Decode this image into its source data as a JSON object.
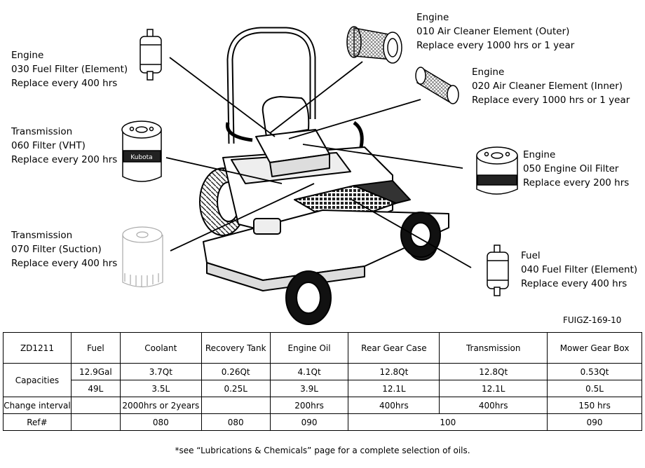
{
  "callouts": {
    "fuel_filter_engine": {
      "category": "Engine",
      "part": "030 Fuel Filter (Element)",
      "interval": "Replace every 400 hrs"
    },
    "trans_vht": {
      "category": "Transmission",
      "part": "060 Filter (VHT)",
      "interval": "Replace every 200 hrs"
    },
    "trans_suction": {
      "category": "Transmission",
      "part": "070 Filter (Suction)",
      "interval": "Replace every 400 hrs"
    },
    "air_outer": {
      "category": "Engine",
      "part": "010 Air Cleaner Element (Outer)",
      "interval": "Replace every 1000 hrs or 1 year"
    },
    "air_inner": {
      "category": "Engine",
      "part": "020 Air Cleaner Element (Inner)",
      "interval": "Replace every 1000 hrs or 1 year"
    },
    "oil_filter": {
      "category": "Engine",
      "part": "050 Engine Oil Filter",
      "interval": "Replace every 200 hrs"
    },
    "fuel_filter": {
      "category": "Fuel",
      "part": "040 Fuel Filter (Element)",
      "interval": "Replace every 400 hrs"
    }
  },
  "filter_brand": "Kubota",
  "figure_id": "FUIGZ-169-10",
  "table": {
    "model": "ZD1211",
    "headers": [
      "Fuel",
      "Coolant",
      "Recovery Tank",
      "Engine Oil",
      "Rear Gear Case",
      "Transmission",
      "Mower Gear Box"
    ],
    "capacities_label": "Capacities",
    "capacities_us": [
      "12.9Gal",
      "3.7Qt",
      "0.26Qt",
      "4.1Qt",
      "12.8Qt",
      "12.8Qt",
      "0.53Qt"
    ],
    "capacities_metric": [
      "49L",
      "3.5L",
      "0.25L",
      "3.9L",
      "12.1L",
      "12.1L",
      "0.5L"
    ],
    "change_label": "Change interval",
    "change": [
      "",
      "2000hrs or 2years",
      "",
      "200hrs",
      "400hrs",
      "400hrs",
      "150 hrs"
    ],
    "ref_label": "Ref#",
    "ref": {
      "coolant": "080",
      "recovery": "080",
      "engine_oil": "090",
      "gear_trans": "100",
      "mower": "090"
    }
  },
  "footnote": "*see “Lubrications & Chemicals” page for a complete selection of oils."
}
